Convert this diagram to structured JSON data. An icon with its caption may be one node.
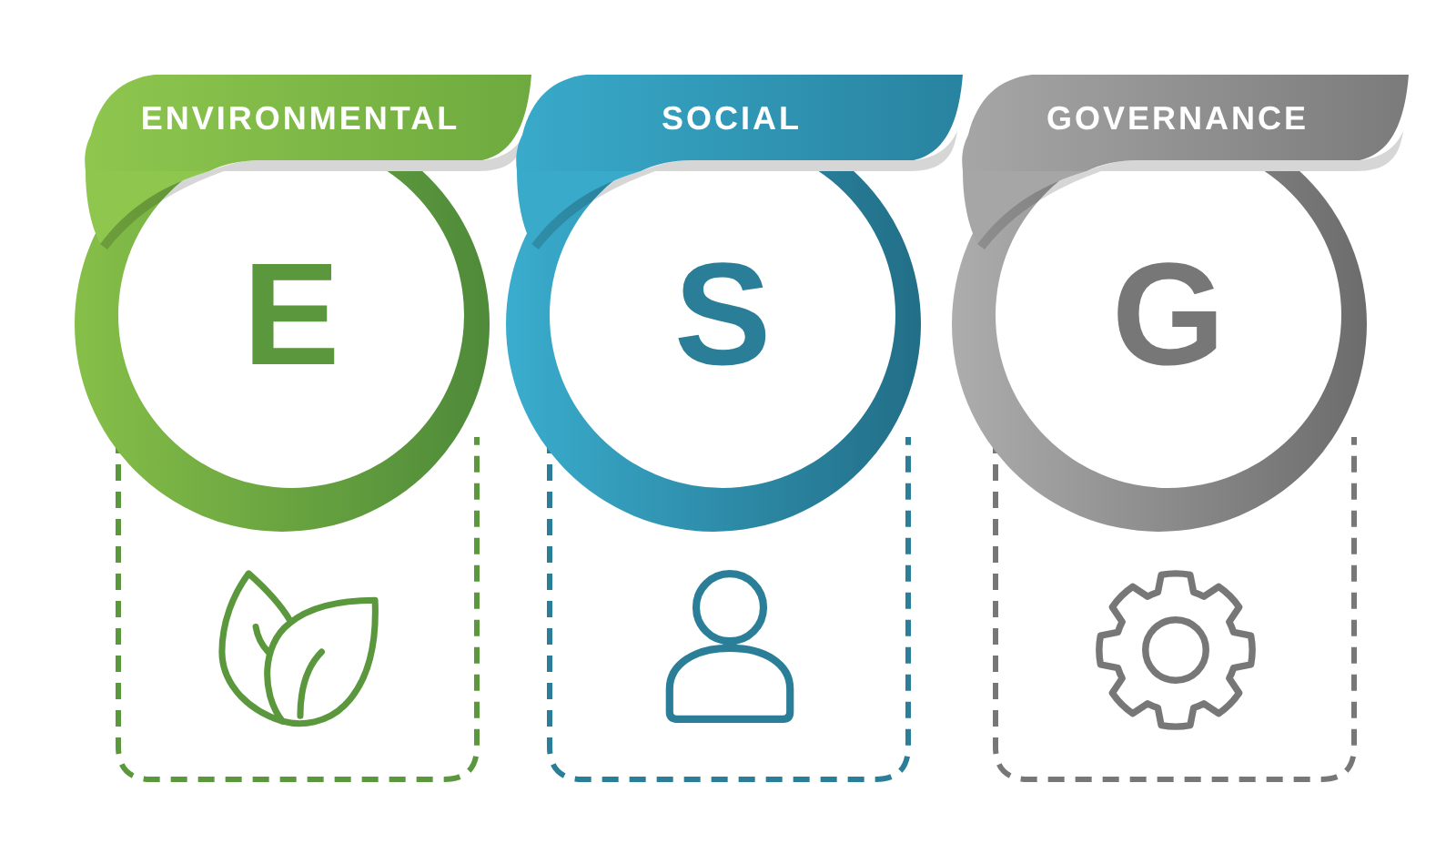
{
  "diagram": {
    "nodes": [
      {
        "text": [
          "ENVIRONMENTAL"
        ]
      },
      {
        "text": [
          "E"
        ]
      },
      {
        "text": [],
        "shape": "box"
      },
      {
        "text": [
          "SOCIAL"
        ]
      },
      {
        "text": [
          "S"
        ]
      },
      {
        "text": [],
        "shape": "box"
      },
      {
        "text": [
          "GOVERNANCE"
        ]
      },
      {
        "text": [
          "G"
        ]
      },
      {
        "text": [],
        "shape": "box"
      }
    ]
  }
}
